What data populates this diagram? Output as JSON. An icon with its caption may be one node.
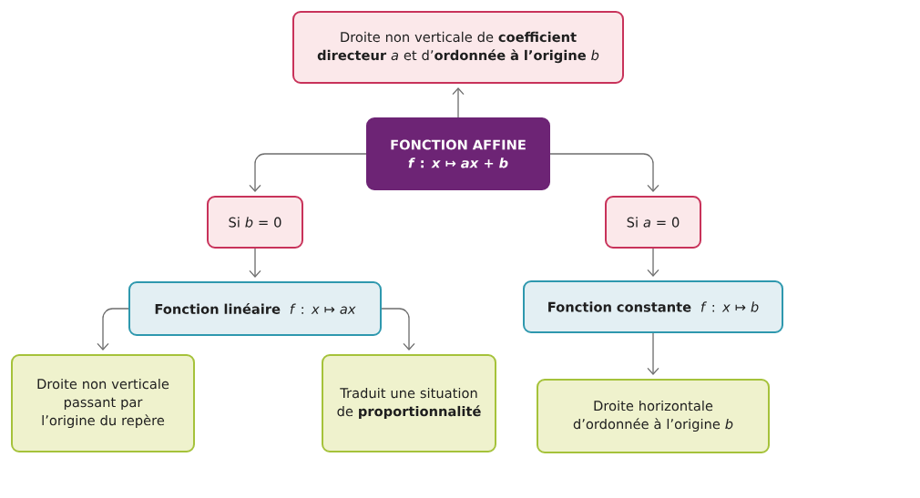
{
  "diagram": {
    "nodes": [
      {
        "text": [
          "Droite non verticale de **coefficient directeur** *a* et d’**ordonnée à l’origine** *b*"
        ]
      },
      {
        "text": [
          "FONCTION AFFINE",
          "*f* : *x* ↦ *ax* + *b*"
        ]
      },
      {
        "text": [
          "Si *b* = 0"
        ]
      },
      {
        "text": [
          "Si *a* = 0"
        ]
      },
      {
        "text": [
          "Fonction linéaire",
          "*f* : *x* ↦ *ax*"
        ]
      },
      {
        "text": [
          "Fonction constante",
          "*f* : *x* ↦ *b*"
        ]
      },
      {
        "text": [
          "Droite non verticale passant par l’origine du repère"
        ]
      },
      {
        "text": [
          "Traduit une situation de **proportionnalité**"
        ]
      },
      {
        "text": [
          "Droite horizontale d’ordonnée à l’origine *b*"
        ]
      }
    ],
    "edges": [
      {
        "from": 1,
        "to": 0,
        "arrow": "to"
      },
      {
        "from": 1,
        "to": 2,
        "arrow": "to"
      },
      {
        "from": 1,
        "to": 3,
        "arrow": "to"
      },
      {
        "from": 2,
        "to": 4,
        "arrow": "to"
      },
      {
        "from": 3,
        "to": 5,
        "arrow": "to"
      },
      {
        "from": 4,
        "to": 6,
        "arrow": "to"
      },
      {
        "from": 4,
        "to": 7,
        "arrow": "to"
      },
      {
        "from": 5,
        "to": 8,
        "arrow": "to"
      }
    ]
  }
}
